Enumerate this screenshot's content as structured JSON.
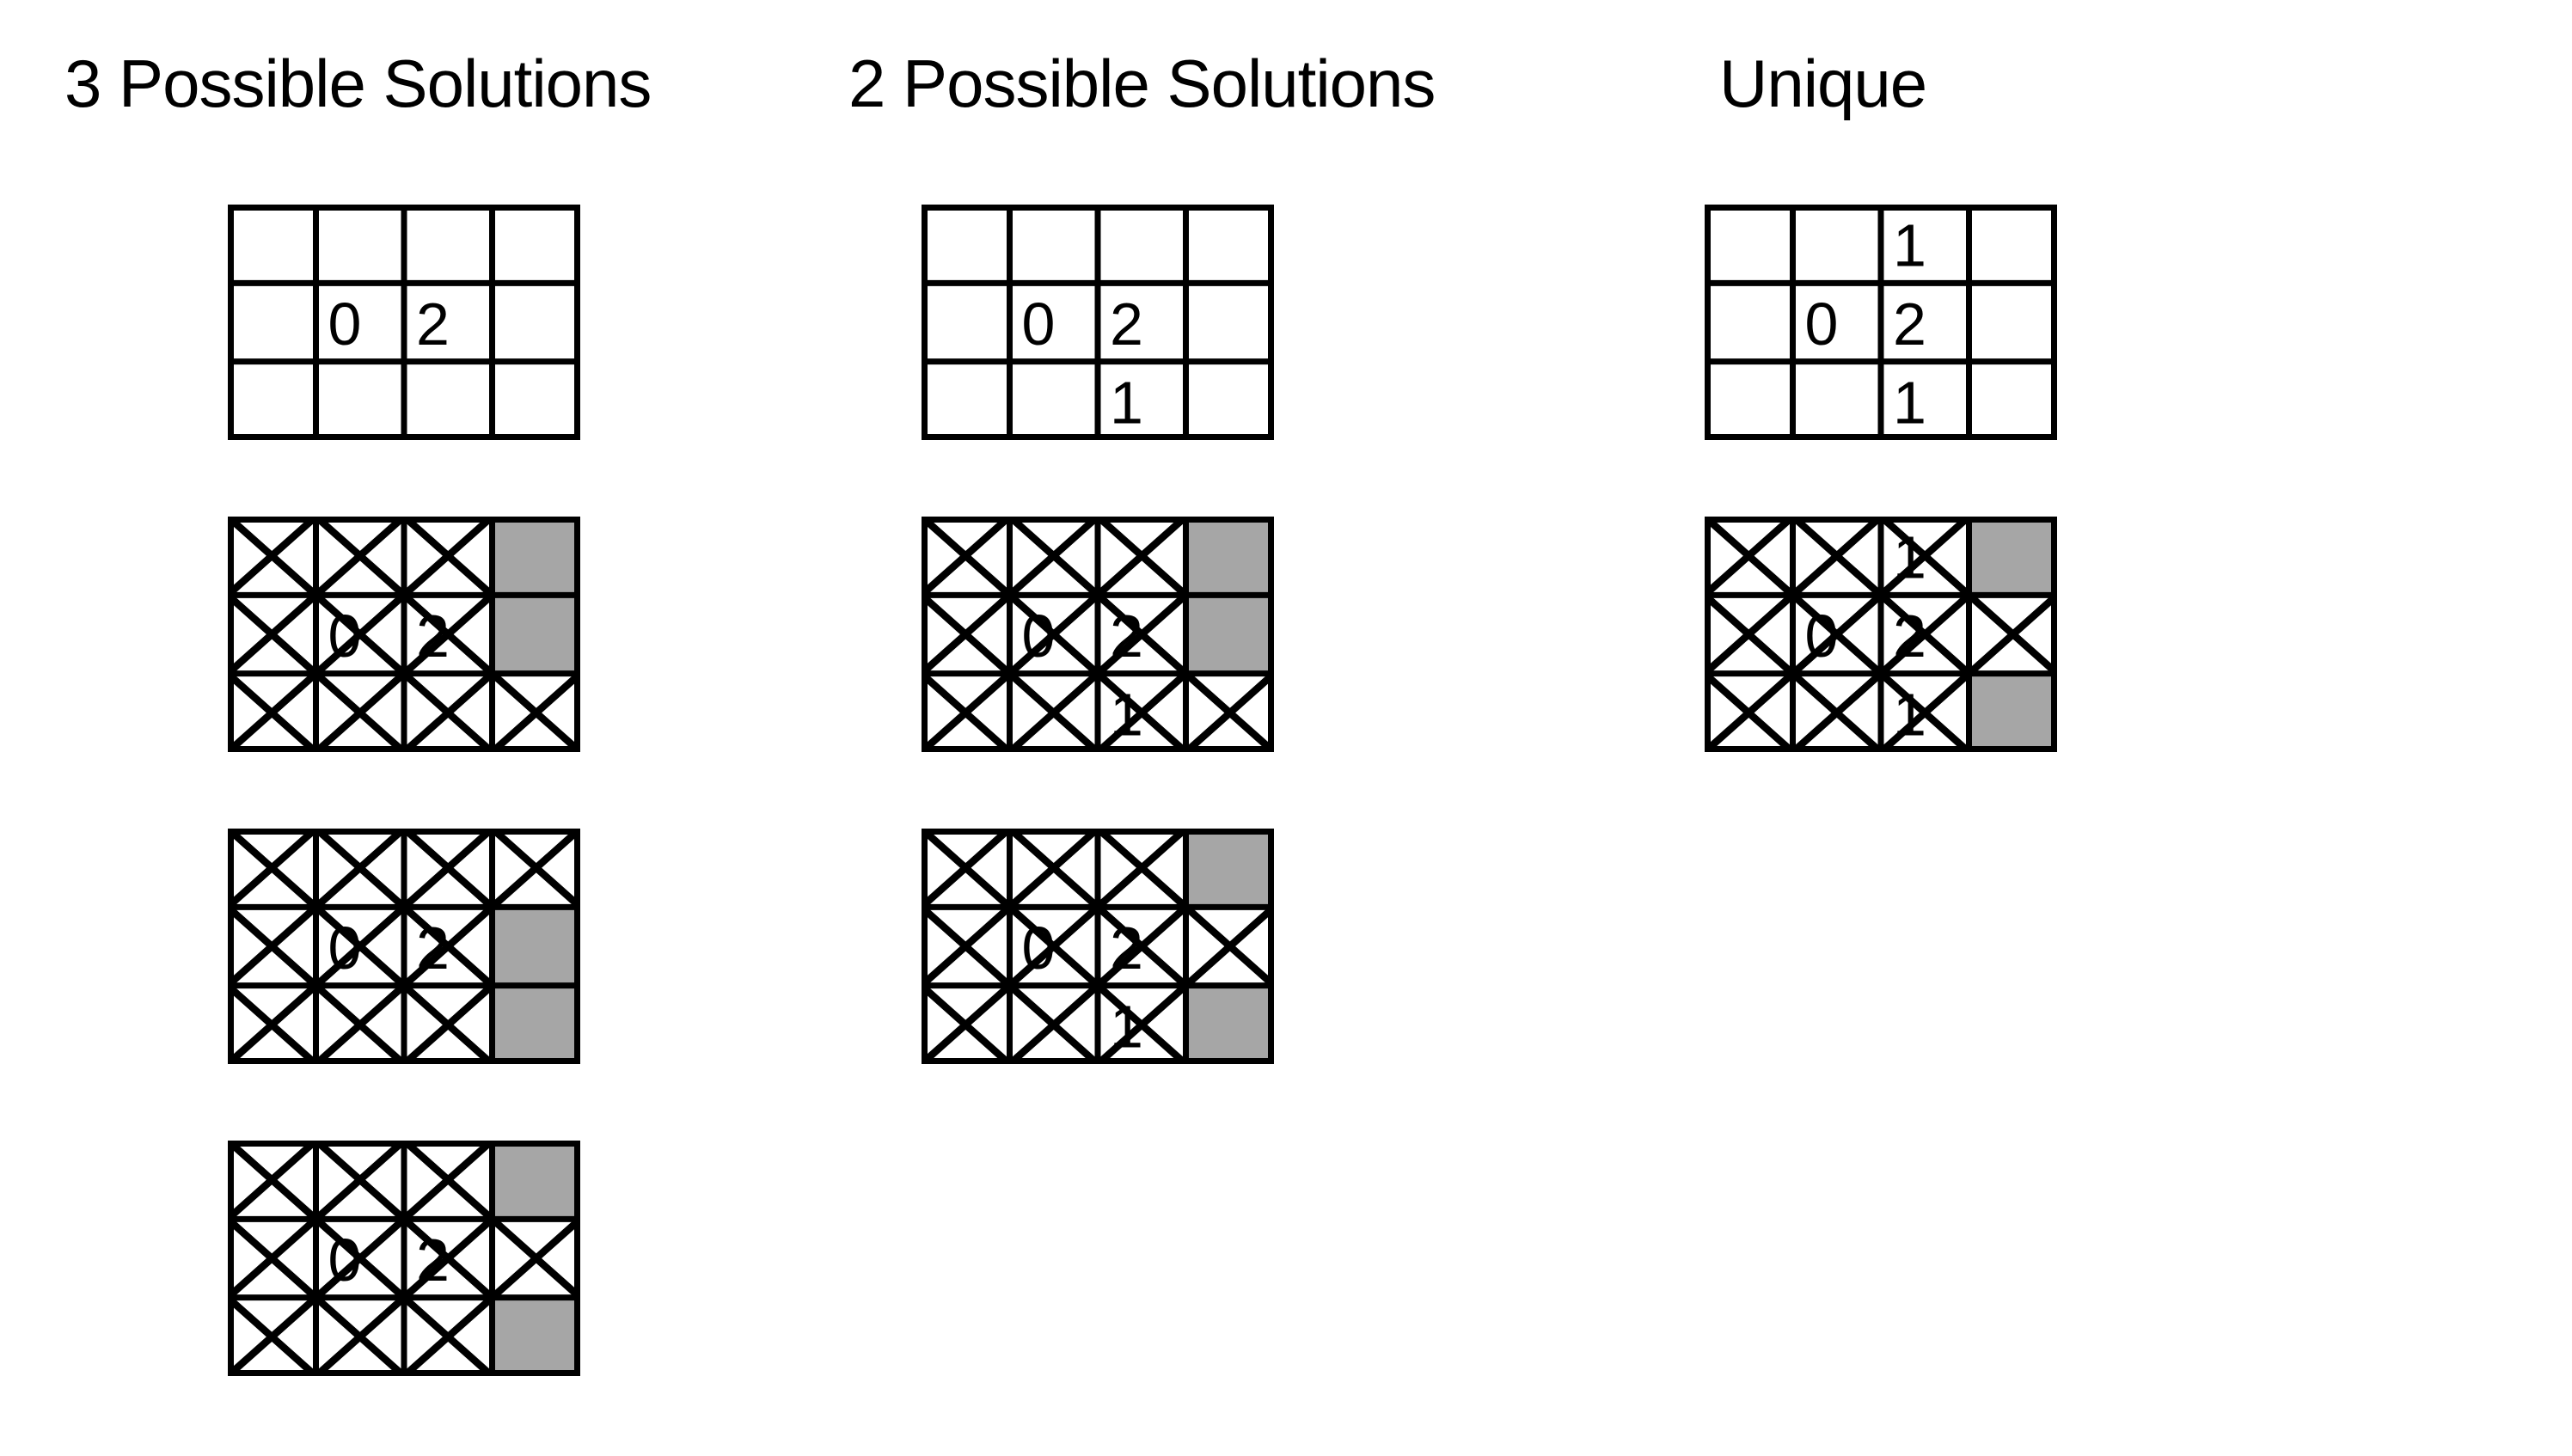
{
  "page": {
    "background_color": "#ffffff"
  },
  "style": {
    "grid_line_color": "#000000",
    "cross_color": "#000000",
    "filled_cell_color": "#a6a6a6",
    "empty_cell_color": "#ffffff",
    "clue_color": "#000000",
    "header_color": "#000000"
  },
  "cell_state_legend": {
    ".": "empty",
    "x": "eliminated-cross",
    "#": "filled-gray"
  },
  "columns": [
    {
      "header": "3 Possible Solutions",
      "grids": [
        {
          "label": "puzzle",
          "rows": 3,
          "cols": 4,
          "clues": [
            {
              "row": 1,
              "col": 1,
              "value": "0"
            },
            {
              "row": 1,
              "col": 2,
              "value": "2"
            }
          ],
          "cells": [
            "....",
            "....",
            "...."
          ]
        },
        {
          "label": "solution-1",
          "rows": 3,
          "cols": 4,
          "clues": [
            {
              "row": 1,
              "col": 1,
              "value": "0"
            },
            {
              "row": 1,
              "col": 2,
              "value": "2"
            }
          ],
          "cells": [
            "xxx#",
            "xxx#",
            "xxxx"
          ]
        },
        {
          "label": "solution-2",
          "rows": 3,
          "cols": 4,
          "clues": [
            {
              "row": 1,
              "col": 1,
              "value": "0"
            },
            {
              "row": 1,
              "col": 2,
              "value": "2"
            }
          ],
          "cells": [
            "xxxx",
            "xxx#",
            "xxx#"
          ]
        },
        {
          "label": "solution-3",
          "rows": 3,
          "cols": 4,
          "clues": [
            {
              "row": 1,
              "col": 1,
              "value": "0"
            },
            {
              "row": 1,
              "col": 2,
              "value": "2"
            }
          ],
          "cells": [
            "xxx#",
            "xxxx",
            "xxx#"
          ]
        }
      ]
    },
    {
      "header": "2 Possible Solutions",
      "grids": [
        {
          "label": "puzzle",
          "rows": 3,
          "cols": 4,
          "clues": [
            {
              "row": 1,
              "col": 1,
              "value": "0"
            },
            {
              "row": 1,
              "col": 2,
              "value": "2"
            },
            {
              "row": 2,
              "col": 2,
              "value": "1"
            }
          ],
          "cells": [
            "....",
            "....",
            "...."
          ]
        },
        {
          "label": "solution-1",
          "rows": 3,
          "cols": 4,
          "clues": [
            {
              "row": 1,
              "col": 1,
              "value": "0"
            },
            {
              "row": 1,
              "col": 2,
              "value": "2"
            },
            {
              "row": 2,
              "col": 2,
              "value": "1"
            }
          ],
          "cells": [
            "xxx#",
            "xxx#",
            "xxxx"
          ]
        },
        {
          "label": "solution-2",
          "rows": 3,
          "cols": 4,
          "clues": [
            {
              "row": 1,
              "col": 1,
              "value": "0"
            },
            {
              "row": 1,
              "col": 2,
              "value": "2"
            },
            {
              "row": 2,
              "col": 2,
              "value": "1"
            }
          ],
          "cells": [
            "xxx#",
            "xxxx",
            "xxx#"
          ]
        }
      ]
    },
    {
      "header": "Unique",
      "grids": [
        {
          "label": "puzzle",
          "rows": 3,
          "cols": 4,
          "clues": [
            {
              "row": 0,
              "col": 2,
              "value": "1"
            },
            {
              "row": 1,
              "col": 1,
              "value": "0"
            },
            {
              "row": 1,
              "col": 2,
              "value": "2"
            },
            {
              "row": 2,
              "col": 2,
              "value": "1"
            }
          ],
          "cells": [
            "....",
            "....",
            "...."
          ]
        },
        {
          "label": "solution-1",
          "rows": 3,
          "cols": 4,
          "clues": [
            {
              "row": 0,
              "col": 2,
              "value": "1"
            },
            {
              "row": 1,
              "col": 1,
              "value": "0"
            },
            {
              "row": 1,
              "col": 2,
              "value": "2"
            },
            {
              "row": 2,
              "col": 2,
              "value": "1"
            }
          ],
          "cells": [
            "xxx#",
            "xxxx",
            "xxx#"
          ]
        }
      ]
    }
  ]
}
